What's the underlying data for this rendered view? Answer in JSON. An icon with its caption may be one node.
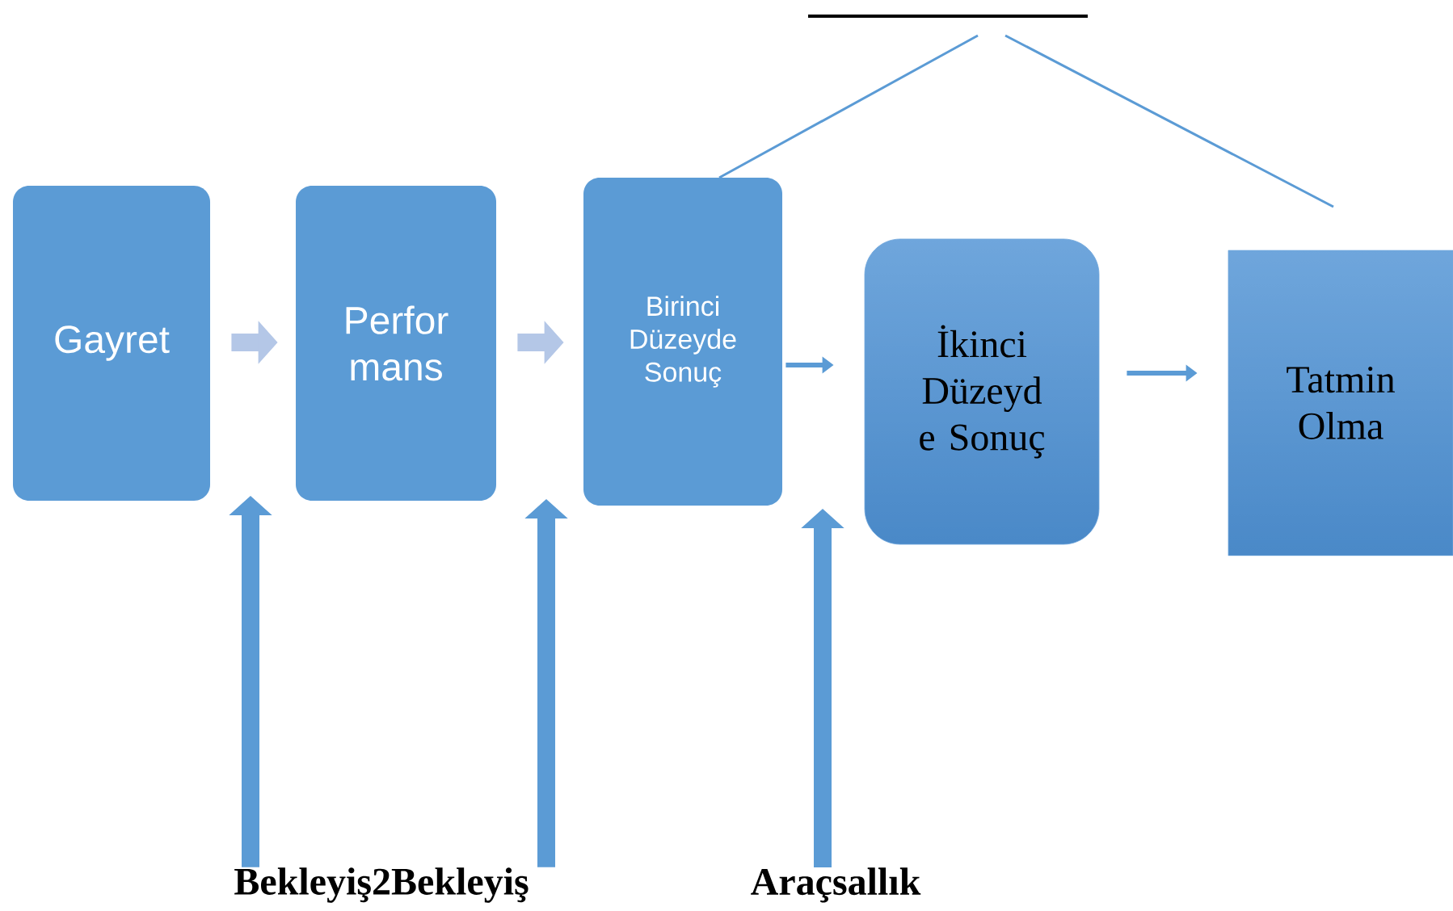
{
  "diagram": {
    "nodes": [
      {
        "text": [
          "Gayret"
        ]
      },
      {
        "text": [
          "Perfor mans"
        ]
      },
      {
        "text": [
          "Birinci Düzeyde Sonuç"
        ]
      },
      {
        "text": [
          "İkinci Düzeyd e Sonuç"
        ]
      },
      {
        "text": [
          "Tatmin Olma"
        ]
      },
      {
        "text": [
          "Bekleyiş2Bekleyiş"
        ]
      },
      {
        "text": [
          "Araçsallık"
        ]
      }
    ],
    "edges": [
      {
        "from": 0,
        "to": 1,
        "arrow": "to",
        "color": "#b4c7e7"
      },
      {
        "from": 1,
        "to": 2,
        "arrow": "to",
        "color": "#b4c7e7"
      },
      {
        "from": 2,
        "to": 3,
        "arrow": "to"
      },
      {
        "from": 3,
        "to": 4,
        "arrow": "to"
      },
      {
        "from": 5,
        "to": null,
        "arrow": "to"
      },
      {
        "from": 5,
        "to": null,
        "arrow": "to"
      },
      {
        "from": 6,
        "to": null,
        "arrow": "to"
      }
    ]
  }
}
